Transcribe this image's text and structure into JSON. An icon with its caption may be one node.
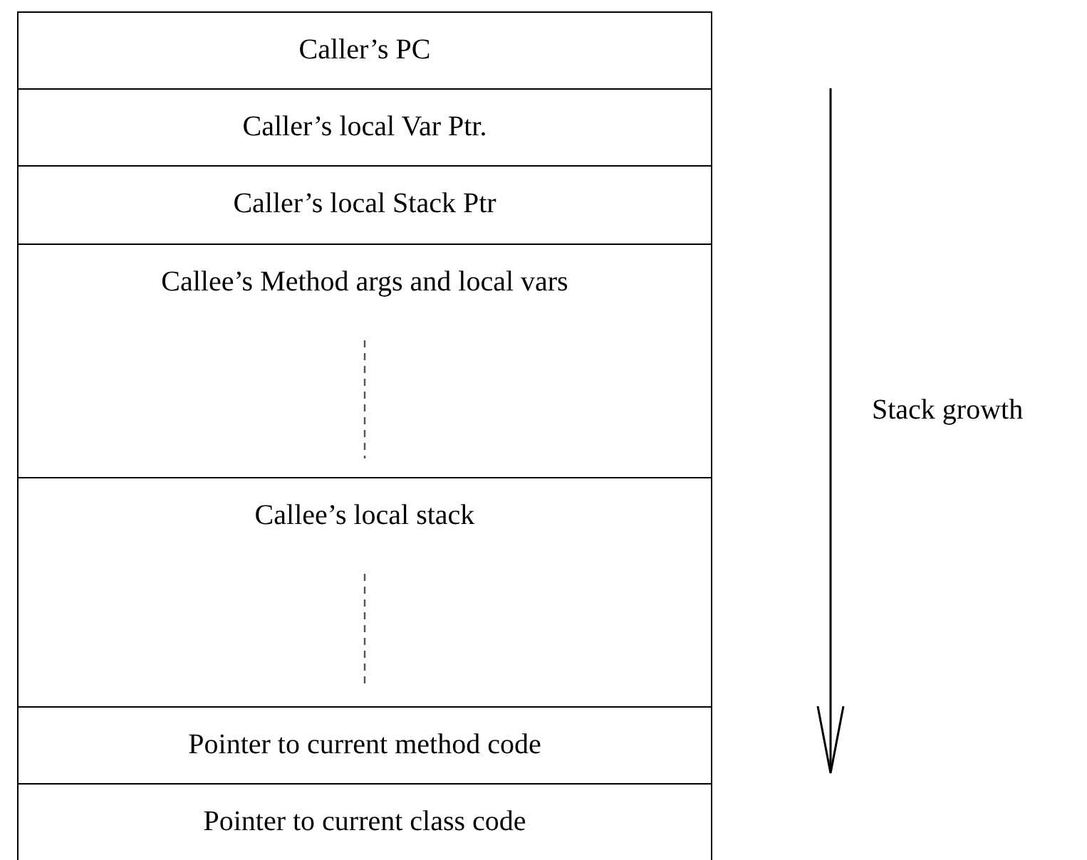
{
  "diagram": {
    "nodes": [
      {
        "text": [
          "Caller’s PC"
        ]
      },
      {
        "text": [
          "Caller’s local Var Ptr."
        ]
      },
      {
        "text": [
          "Caller’s local Stack Ptr"
        ]
      },
      {
        "text": [
          "Callee’s Method args and local vars"
        ]
      },
      {
        "text": [
          "Callee’s local stack"
        ]
      },
      {
        "text": [
          "Pointer to current method code"
        ]
      },
      {
        "text": [
          "Pointer to current class code"
        ]
      }
    ],
    "labels": [
      "Stack growth"
    ]
  }
}
